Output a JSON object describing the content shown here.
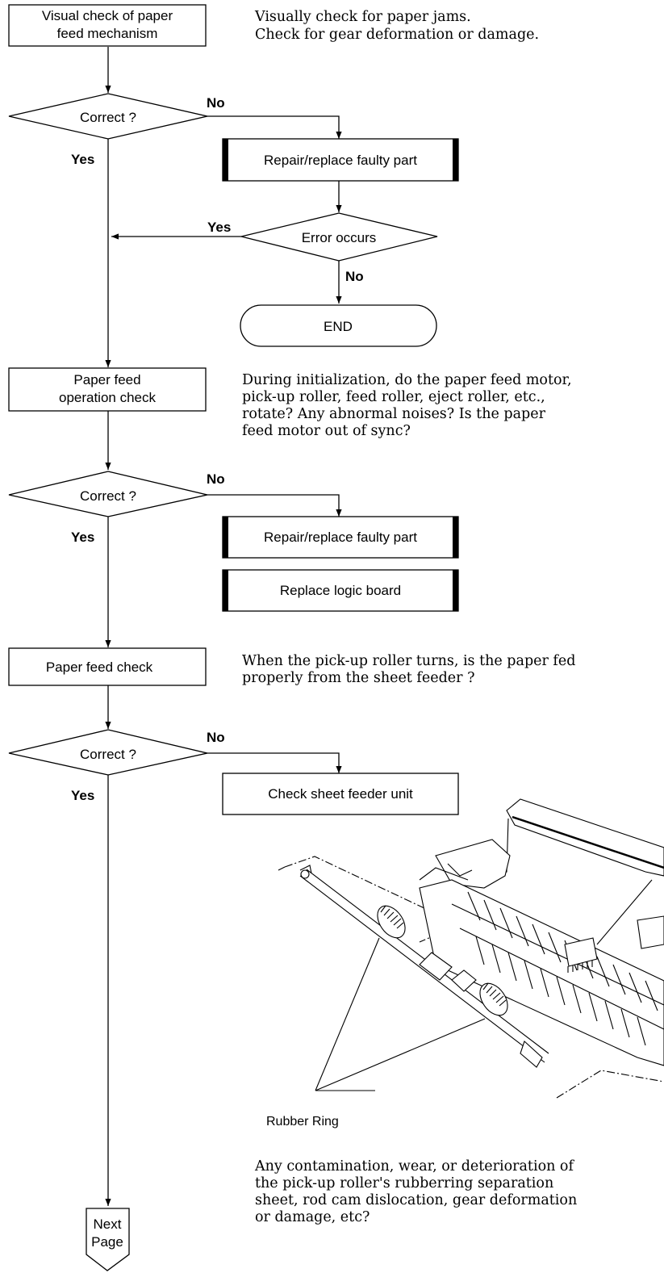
{
  "flowchart": {
    "step1": {
      "line1": "Visual check of paper",
      "line2": "feed mechanism"
    },
    "note1": {
      "line1": "Visually check for paper jams.",
      "line2": "Check for gear deformation or damage."
    },
    "decision1": "Correct ?",
    "no1": "No",
    "yes1": "Yes",
    "repair1": "Repair/replace faulty part",
    "decision_error": "Error occurs",
    "yes_error": "Yes",
    "no_error": "No",
    "end": "END",
    "step2": {
      "line1": "Paper feed",
      "line2": "operation check"
    },
    "note2": {
      "line1": "During initialization, do the paper feed motor,",
      "line2": "pick-up roller, feed roller, eject roller, etc.,",
      "line3": "rotate? Any abnormal noises? Is the paper",
      "line4": "feed motor out of sync?"
    },
    "decision2": "Correct ?",
    "no2": "No",
    "yes2": "Yes",
    "repair2": "Repair/replace faulty part",
    "replace_logic": "Replace logic board",
    "step3": "Paper feed check",
    "note3": {
      "line1": "When the pick-up roller turns, is the paper fed",
      "line2": "properly from the sheet feeder ?"
    },
    "decision3": "Correct ?",
    "no3": "No",
    "yes3": "Yes",
    "check_feeder": "Check sheet feeder unit",
    "illustration_label": "Rubber Ring",
    "note4": {
      "line1": "Any contamination, wear, or deterioration of",
      "line2": "the pick-up roller's rubberring separation",
      "line3": "sheet, rod cam dislocation, gear deformation",
      "line4": "or damage, etc?"
    },
    "next_page": {
      "line1": "Next",
      "line2": "Page"
    }
  }
}
